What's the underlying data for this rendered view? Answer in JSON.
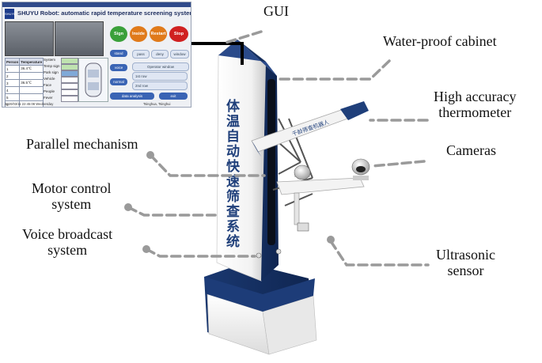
{
  "labels": {
    "gui": "GUI",
    "cabinet": "Water-proof cabinet",
    "thermometer_line1": "High accuracy",
    "thermometer_line2": "thermometer",
    "parallel": "Parallel mechanism",
    "cameras": "Cameras",
    "motor_line1": "Motor control",
    "motor_line2": "system",
    "voice_line1": "Voice broadcast",
    "voice_line2": "system",
    "ultrasonic_line1": "Ultrasonic",
    "ultrasonic_line2": "sensor"
  },
  "robot_text": {
    "column_vertical": "体温自动快速筛查系统",
    "arm_text": "千龄筛查机器人"
  },
  "gui_inset": {
    "app_title": "SHUYU Robot: automatic rapid temperature screening system",
    "logo": "SHUYU",
    "lights": [
      "Sign",
      "Inside",
      "Restart",
      "Stop"
    ],
    "buttons": [
      "stand",
      "pass",
      "deny",
      "window",
      "voice",
      "Operator window",
      "1st row",
      "2nd row",
      "normal",
      "data analysis",
      "exit"
    ],
    "table_headers": [
      "Person",
      "Temperature"
    ],
    "table_rows": [
      [
        "1",
        "36.4℃"
      ],
      [
        "2",
        ""
      ],
      [
        "3",
        "36.5℃"
      ],
      [
        "4",
        ""
      ],
      [
        "5",
        ""
      ],
      [
        "6",
        ""
      ]
    ],
    "fields": [
      "System",
      "Temp sign",
      "Park sign",
      "Vehicle",
      "Face",
      "People",
      "Fever"
    ],
    "timestamp": "2020/03/11 22:45:08 Wednesday",
    "location": "Tsinghua, Tsinghui"
  },
  "colors": {
    "navy": "#1f3f7a",
    "white_body": "#f7f7f7",
    "callout_line": "#9a9a9a",
    "green_light": "#3aa03a",
    "orange_light": "#e07a1a",
    "red_light": "#d02020"
  }
}
